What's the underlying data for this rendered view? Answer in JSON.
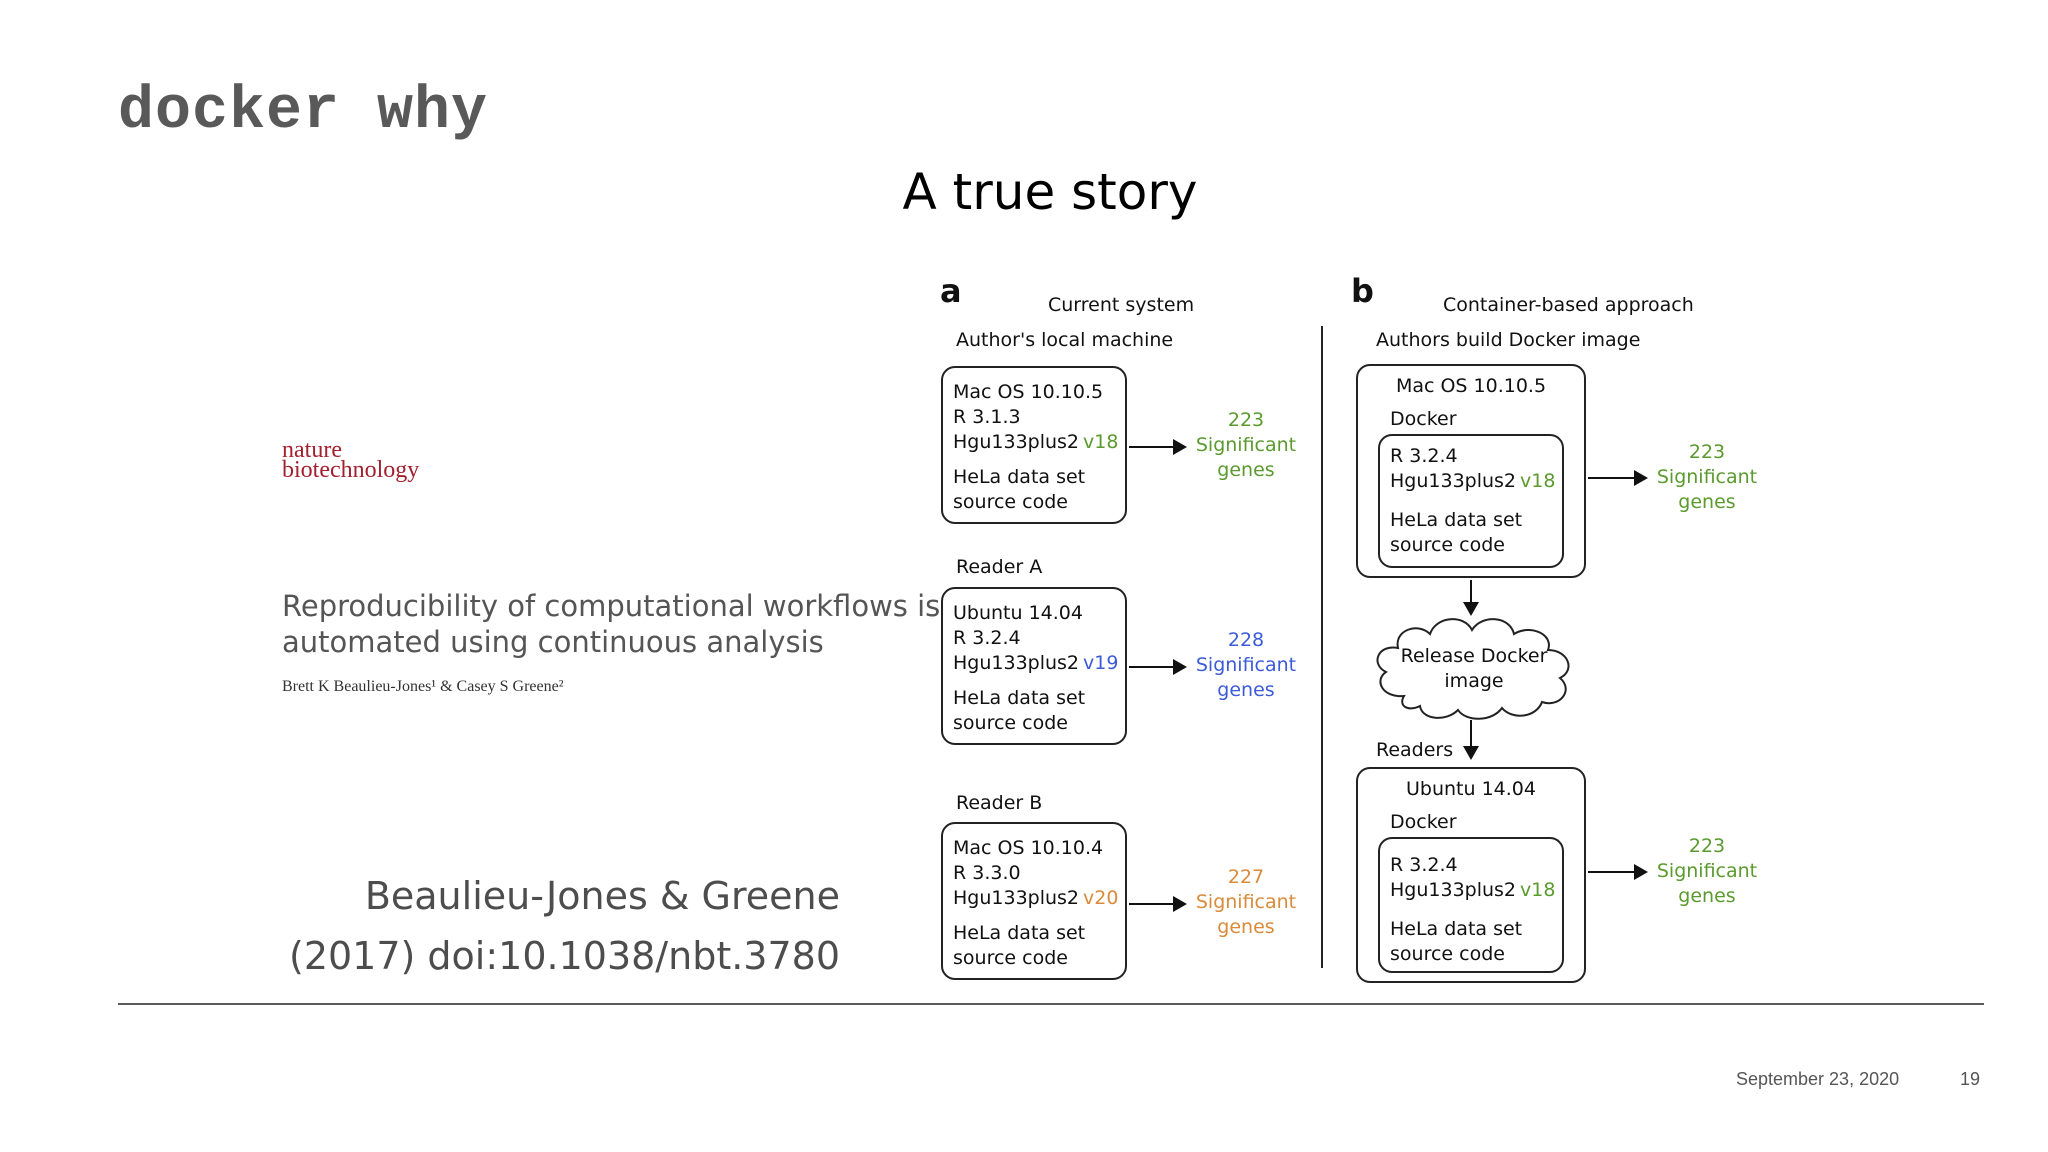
{
  "slide": {
    "title": "docker why",
    "subtitle": "A true story",
    "journal_logo_line1": "nature",
    "journal_logo_line2": "biotechnology",
    "paper_title": "Reproducibility of computational workflows is automated using continuous analysis",
    "paper_authors": "Brett K Beaulieu-Jones¹ & Casey S Greene²",
    "citation_line1": "Beaulieu-Jones & Greene",
    "citation_line2": "(2017) doi:10.1038/nbt.3780",
    "footer_date": "September 23, 2020",
    "footer_page": "19"
  },
  "colors": {
    "green": "#5a9a2e",
    "blue": "#3b5bd9",
    "orange": "#d98a3a",
    "logo_red": "#a3202e"
  },
  "diagram": {
    "panel_a": {
      "letter": "a",
      "heading": "Current system",
      "author": {
        "label": "Author's local machine",
        "os": "Mac OS 10.10.5",
        "r": "R 3.1.3",
        "lib": "Hgu133plus2",
        "ver": "v18",
        "data": "HeLa data set",
        "code": "source code",
        "result_count": "223",
        "result_word1": "Significant",
        "result_word2": "genes"
      },
      "reader_a": {
        "label": "Reader A",
        "os": "Ubuntu 14.04",
        "r": "R 3.2.4",
        "lib": "Hgu133plus2",
        "ver": "v19",
        "data": "HeLa data set",
        "code": "source code",
        "result_count": "228",
        "result_word1": "Significant",
        "result_word2": "genes"
      },
      "reader_b": {
        "label": "Reader B",
        "os": "Mac OS 10.10.4",
        "r": "R 3.3.0",
        "lib": "Hgu133plus2",
        "ver": "v20",
        "data": "HeLa data set",
        "code": "source code",
        "result_count": "227",
        "result_word1": "Significant",
        "result_word2": "genes"
      }
    },
    "panel_b": {
      "letter": "b",
      "heading": "Container-based approach",
      "author": {
        "label": "Authors build Docker image",
        "os": "Mac OS 10.10.5",
        "docker": "Docker",
        "r": "R 3.2.4",
        "lib": "Hgu133plus2",
        "ver": "v18",
        "data": "HeLa data set",
        "code": "source code",
        "result_count": "223",
        "result_word1": "Significant",
        "result_word2": "genes"
      },
      "cloud_line1": "Release Docker",
      "cloud_line2": "image",
      "readers": {
        "label": "Readers",
        "os": "Ubuntu 14.04",
        "docker": "Docker",
        "r": "R 3.2.4",
        "lib": "Hgu133plus2",
        "ver": "v18",
        "data": "HeLa data set",
        "code": "source code",
        "result_count": "223",
        "result_word1": "Significant",
        "result_word2": "genes"
      }
    }
  }
}
